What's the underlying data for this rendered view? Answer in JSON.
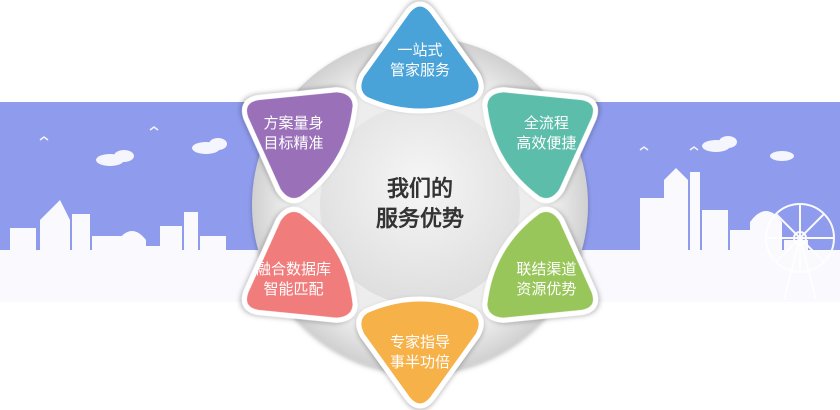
{
  "diagram": {
    "center": {
      "line1": "我们的",
      "line2": "服务优势"
    },
    "items": [
      {
        "id": "top",
        "line1": "一站式",
        "line2": "管家服务",
        "color": "#4aa3d8"
      },
      {
        "id": "upper-right",
        "line1": "全流程",
        "line2": "高效便捷",
        "color": "#5bbdaa"
      },
      {
        "id": "lower-right",
        "line1": "联结渠道",
        "line2": "资源优势",
        "color": "#98c65a"
      },
      {
        "id": "bottom",
        "line1": "专家指导",
        "line2": "事半功倍",
        "color": "#f6b24a"
      },
      {
        "id": "lower-left",
        "line1": "融合数据库",
        "line2": "智能匹配",
        "color": "#f07c7c"
      },
      {
        "id": "upper-left",
        "line1": "方案量身",
        "line2": "目标精准",
        "color": "#9a6fb8"
      }
    ]
  },
  "colors": {
    "band": "#8f9bec",
    "skyline": "#ffffff",
    "ring": "#dcdcdc",
    "center_disc": "#e6e6e6"
  }
}
